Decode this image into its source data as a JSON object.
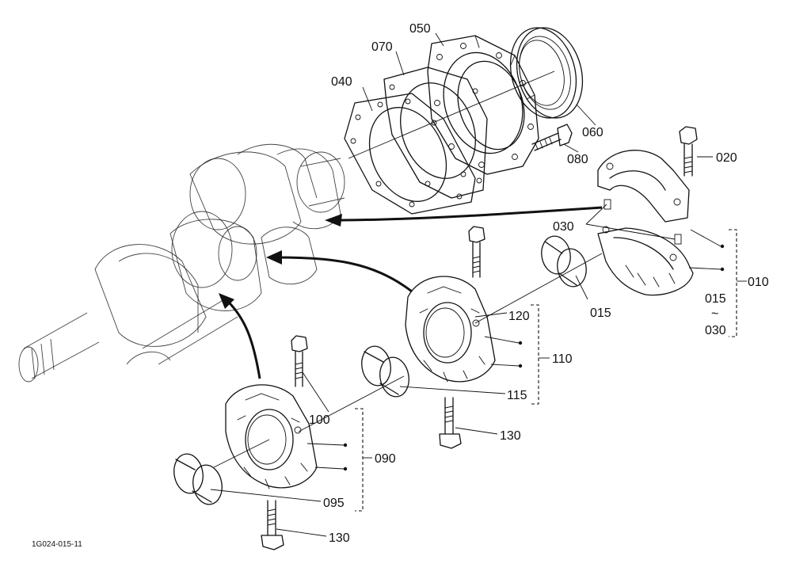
{
  "labels": {
    "p010": "010",
    "p015a": "015",
    "p015b": "015",
    "p020": "020",
    "p030a": "030",
    "p030b": "030",
    "tilde": "~",
    "p040": "040",
    "p050": "050",
    "p060": "060",
    "p070": "070",
    "p080": "080",
    "p090": "090",
    "p095": "095",
    "p100": "100",
    "p110": "110",
    "p115": "115",
    "p120": "120",
    "p130a": "130",
    "p130b": "130"
  },
  "figure_code": "1G024-015-11",
  "icons": {
    "crankshaft": "crankshaft-icon",
    "bearing_case_large": "bearing-case-icon",
    "bearing_case_mid": "bearing-case-icon",
    "bearing_case_small": "bearing-case-icon",
    "bearing_bush": "bearing-bush-icon",
    "gasket": "gasket-icon",
    "housing": "housing-icon",
    "oil_seal": "oil-seal-icon",
    "bolt": "bolt-icon"
  }
}
